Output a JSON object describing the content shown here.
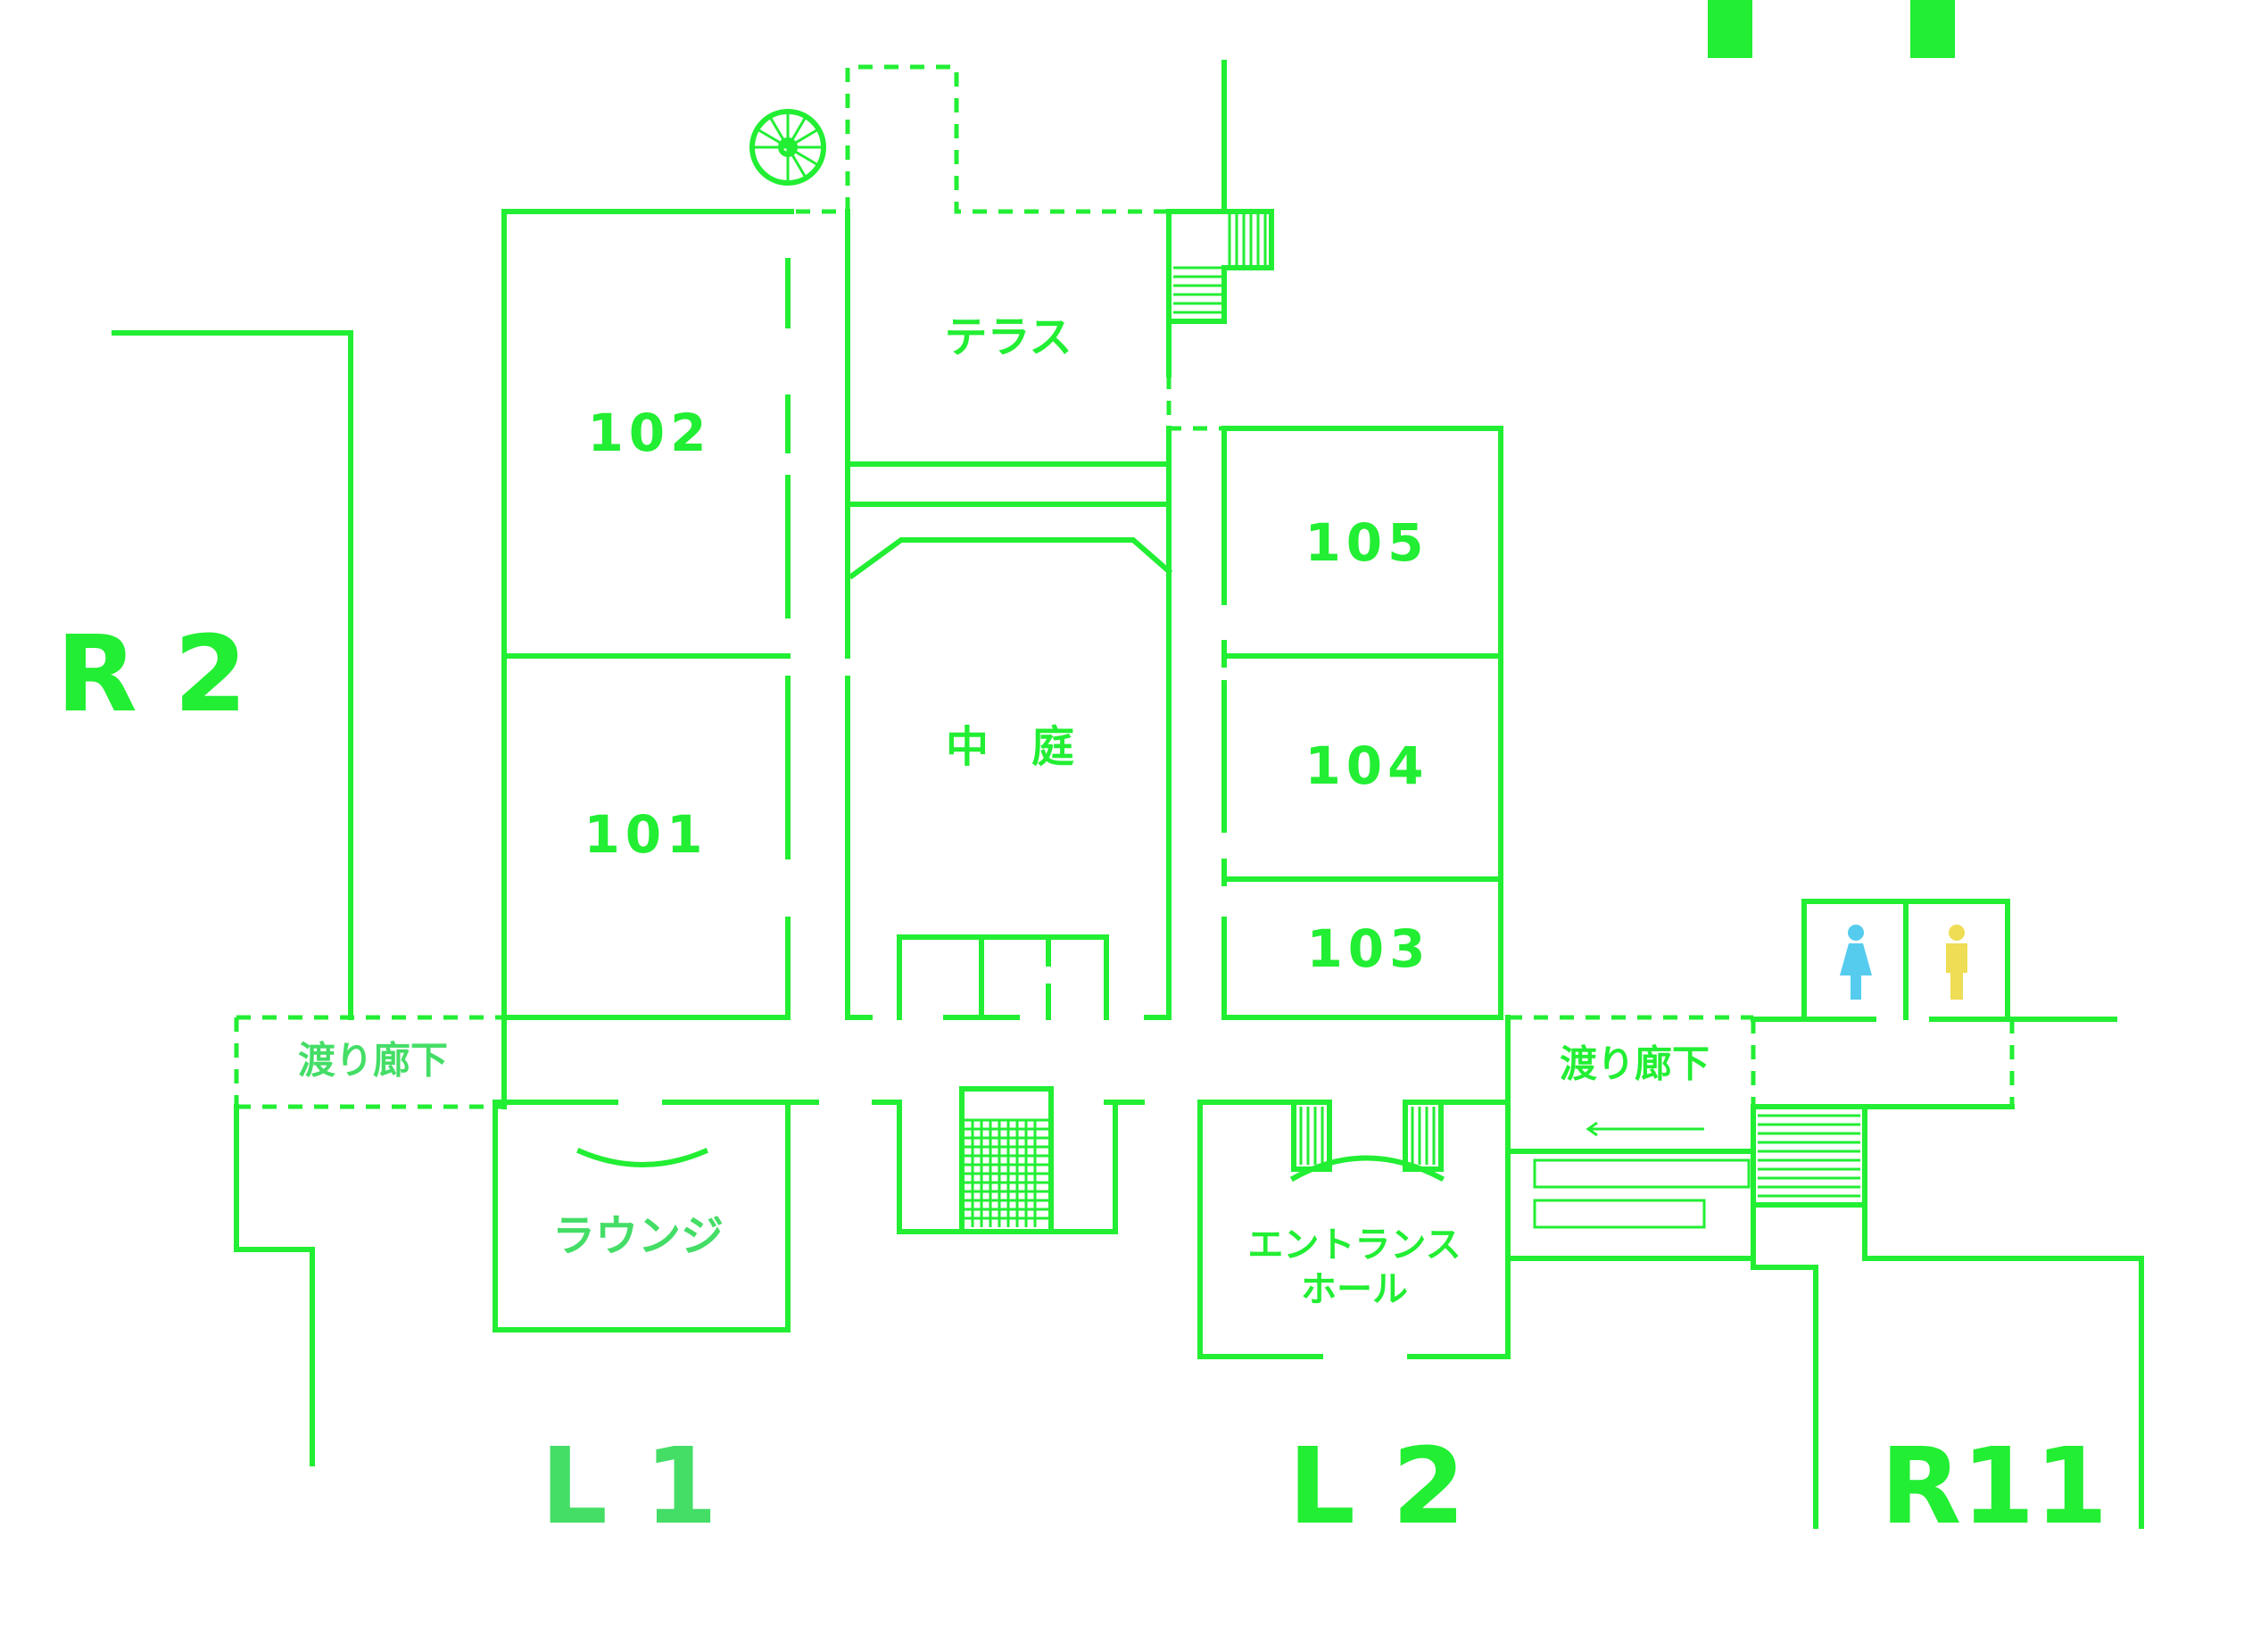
{
  "colors": {
    "line": "#22ee33",
    "line_faded": "#44dd66",
    "female": "#55ccee",
    "male": "#eedd55"
  },
  "icons": {
    "spiral_stair": "spiral-staircase-icon",
    "female_toilet": "female-restroom-icon",
    "male_toilet": "male-restroom-icon"
  },
  "zones": {
    "r2": "R 2",
    "l1": "L 1",
    "l2": "L 2",
    "r11": "R11"
  },
  "rooms": {
    "r102": "102",
    "r101": "101",
    "r105": "105",
    "r104": "104",
    "r103": "103",
    "terrace": "テラス",
    "courtyard": "中　庭",
    "lounge": "ラウンジ",
    "entrance_line1": "エントランス",
    "entrance_line2": "ホール",
    "corridor_left": "渡り廊下",
    "corridor_right": "渡り廊下"
  }
}
